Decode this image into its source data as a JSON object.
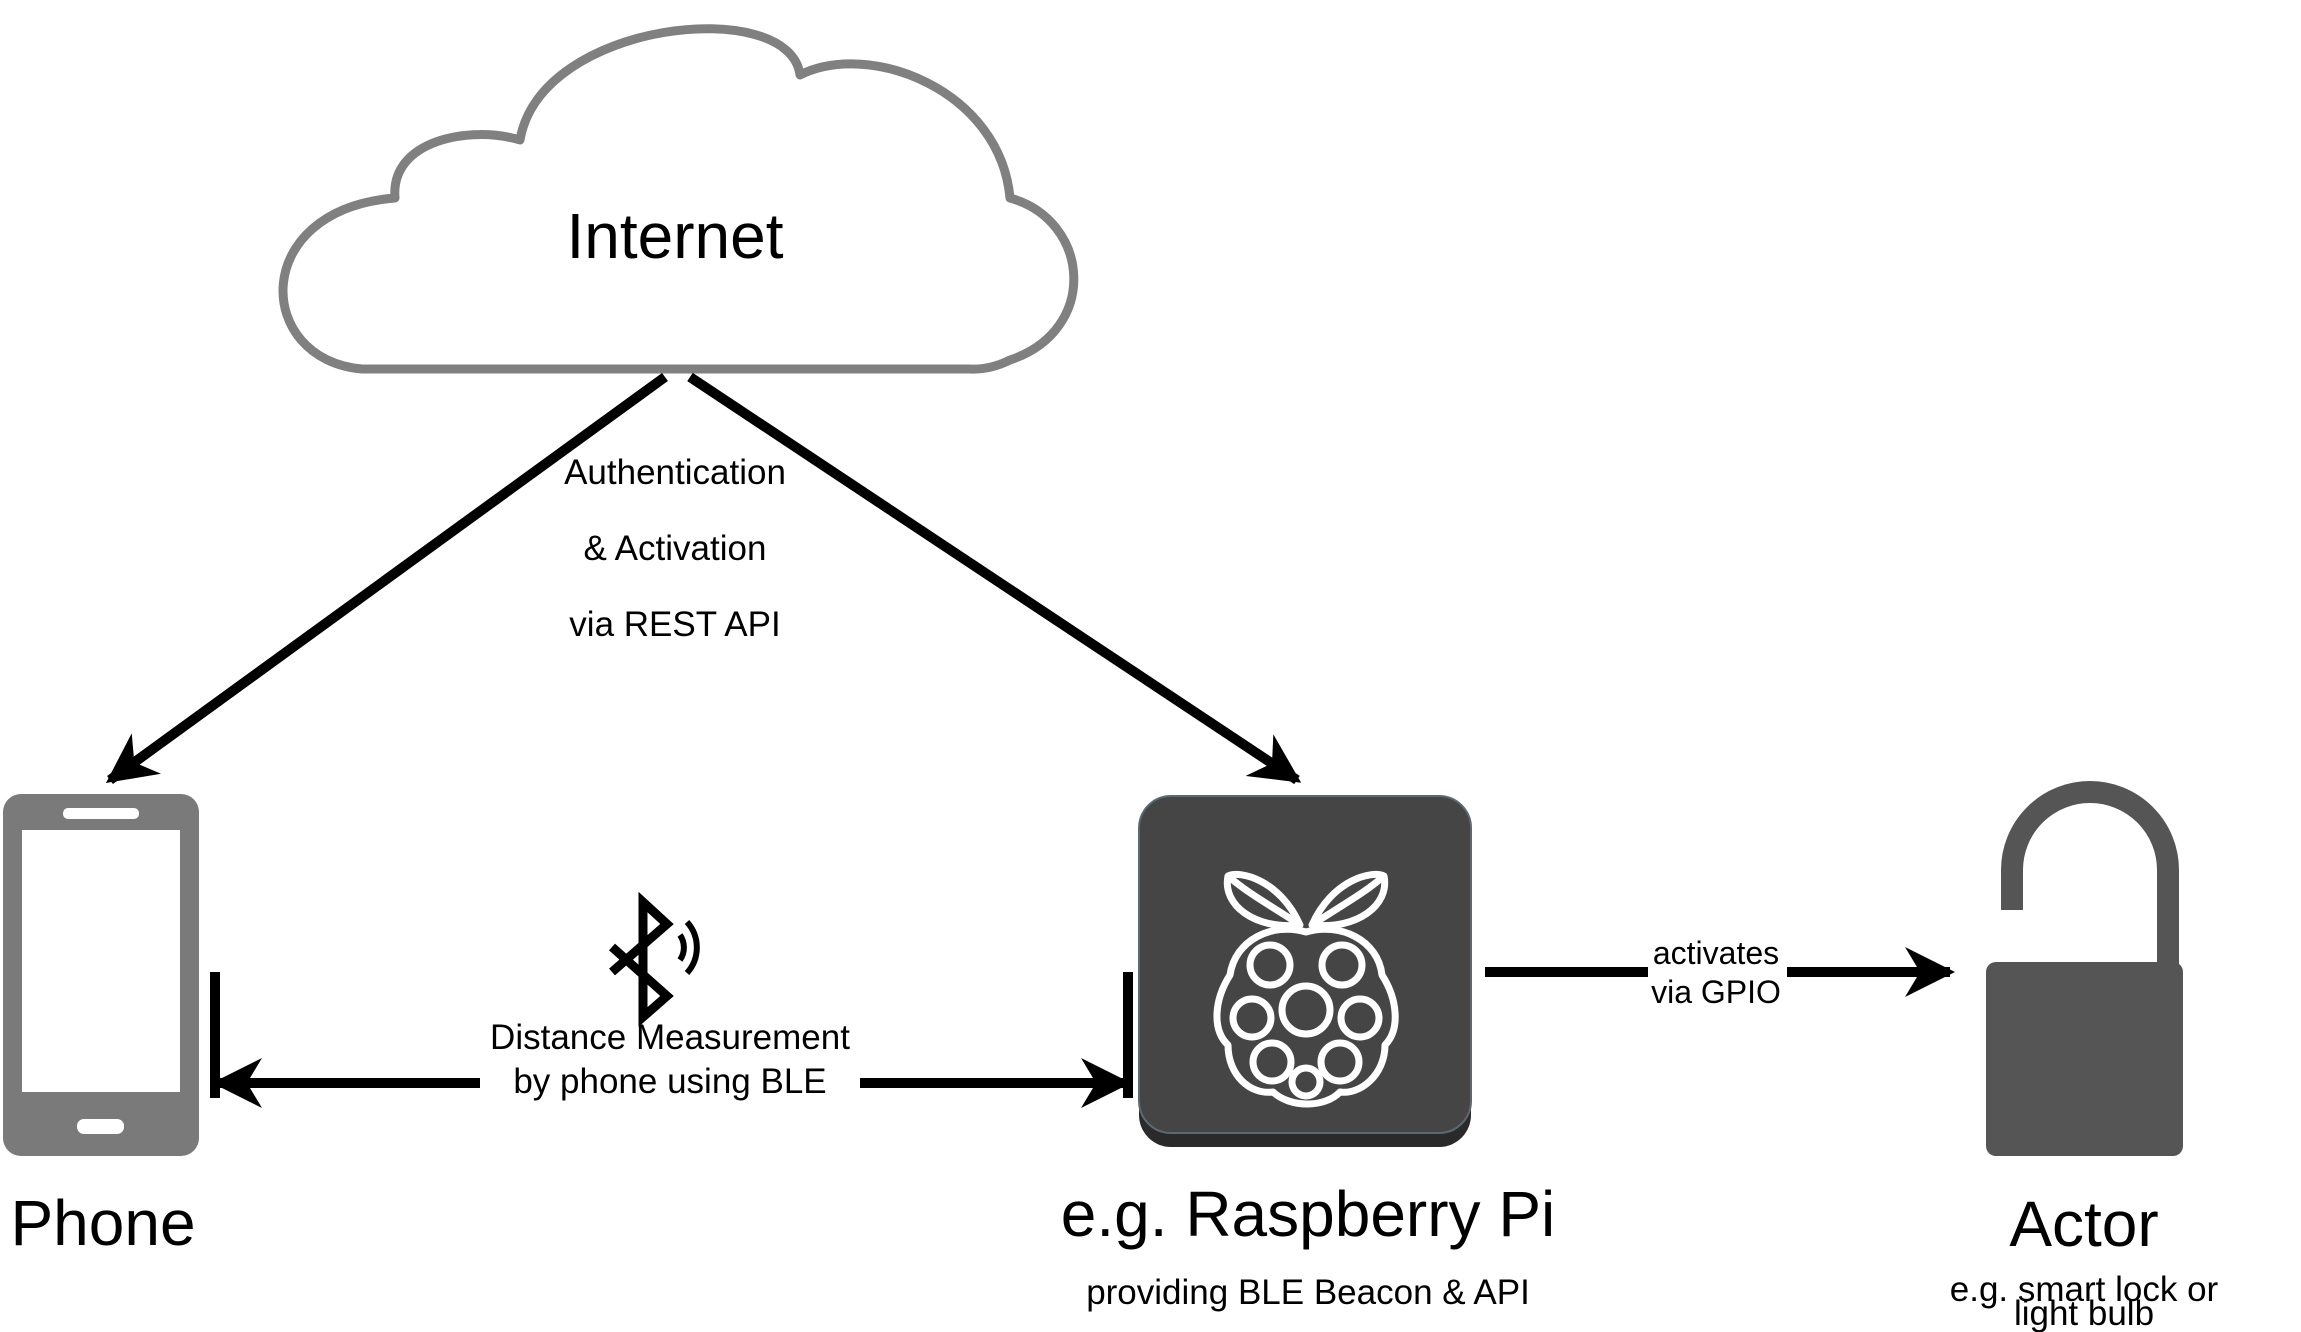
{
  "nodes": {
    "internet": {
      "label": "Internet"
    },
    "phone": {
      "label": "Phone"
    },
    "raspberry_pi": {
      "label": "e.g. Raspberry Pi",
      "sublabel": "providing BLE Beacon & API"
    },
    "actor": {
      "label": "Actor",
      "sublabel_line1": "e.g. smart lock or",
      "sublabel_line2": "light bulb"
    }
  },
  "edges": {
    "auth": {
      "line1": "Authentication",
      "line2": "& Activation",
      "line3": "via REST API"
    },
    "ble": {
      "line1": "Distance Measurement",
      "line2": "by phone using BLE"
    },
    "gpio": {
      "line1": "activates",
      "line2": "via GPIO"
    }
  },
  "icons": {
    "cloud": "cloud-icon",
    "phone": "smartphone-icon",
    "raspberry": "raspberry-pi-logo-icon",
    "bluetooth": "bluetooth-icon",
    "lock": "open-padlock-icon"
  },
  "colors": {
    "cloud_stroke": "#808080",
    "phone_body": "#7a7a7a",
    "pi_box": "#454545",
    "lock_body": "#555555",
    "arrow": "#000000"
  }
}
